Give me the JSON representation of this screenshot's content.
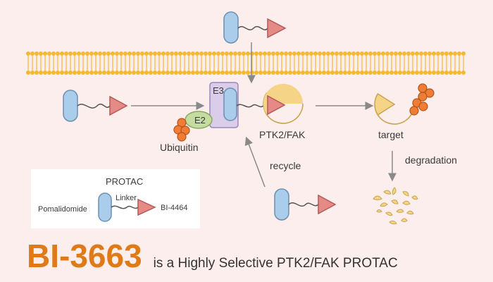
{
  "labels": {
    "e3": "E3",
    "e2": "E2",
    "ubiquitin": "Ubiquitin",
    "ptk2_fak": "PTK2/FAK",
    "target": "target",
    "recycle": "recycle",
    "degradation": "degradation"
  },
  "legend": {
    "title": "PROTAC",
    "left_ligand": "Pomalidomide",
    "linker": "Linker",
    "right_ligand": "BI-4464"
  },
  "headline": {
    "compound": "BI-3663",
    "description": "is a Highly Selective PTK2/FAK PROTAC"
  },
  "colors": {
    "background": "#fbeeec",
    "membrane": "#f2b833",
    "protac_left": "#a9cdea",
    "protac_right": "#e58a86",
    "target_protein": "#f5d487",
    "e3_ligase": "#d9cdea",
    "e2_enzyme": "#c5dca0",
    "ubiquitin": "#ef7d35",
    "headline_accent": "#e07a16"
  }
}
